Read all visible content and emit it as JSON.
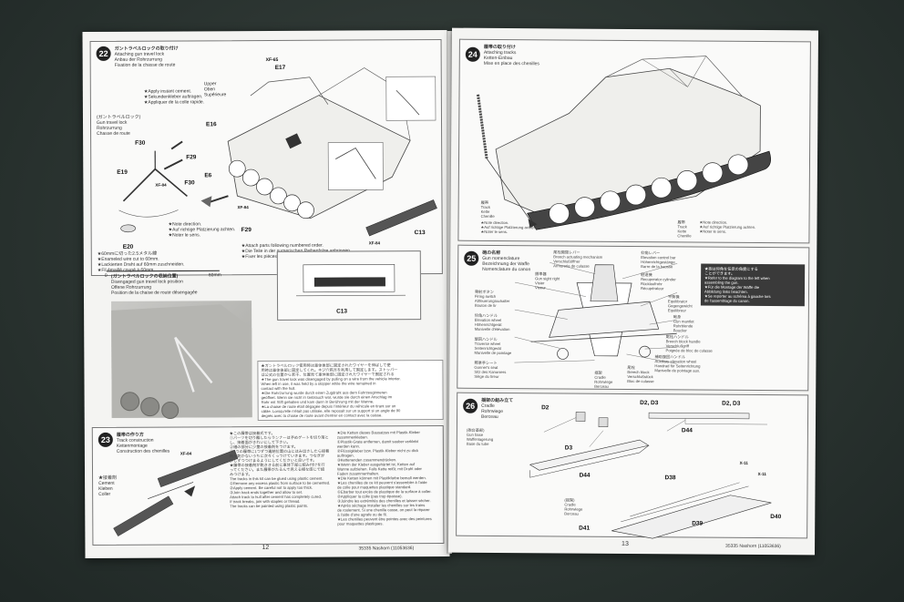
{
  "left_page": {
    "page_number": "12",
    "footer_code": "35335  Nashorn (11053636)",
    "step22": {
      "number": "22",
      "title_jp": "ガントラベルロックの取り付け",
      "title_en": "Attaching gun travel lock",
      "title_de": "Anbau der Rohrzurrung",
      "title_fr": "Fixation de la chasse de route",
      "sub_jp": "(ガントラベルロック)",
      "sub_en": "Gun travel lock",
      "sub_de": "Rohrzurrung",
      "sub_fr": "Chasse de route",
      "note1": "★Apply instant cement.",
      "note2": "★Sekundenkleber auftragen.",
      "note3": "★Appliquer de la colle rapide.",
      "upper_en": "Upper",
      "upper_de": "Oben",
      "upper_fr": "Supérieure",
      "note_dir1": "★Note direction.",
      "note_dir2": "★Auf richtige Platzierung achten.",
      "note_dir3": "★Noter le sens.",
      "wire1": "★60mmに切った2.5メタル線",
      "wire2": "★Enameled wire cut to 60mm.",
      "wire3": "★Lackierten Draht auf 60mm zuschneiden.",
      "wire4": "★Fil émaillé coupé à 60mm.",
      "scale_zero": "0",
      "scale_end": "60mm",
      "links1": "★Attach parts following numbered order.",
      "links2": "★Die Teile in der numerischen Reihenfolge anbringen.",
      "links3": "★Fixer les pièces suivi l'ordre des",
      "parts": [
        "XF-65",
        "E17",
        "F30",
        "F29",
        "E19",
        "F30",
        "XF-84",
        "E6",
        "E16",
        "E20",
        "F29",
        "XF-84",
        "C13",
        "C13",
        "XF-84"
      ]
    },
    "inset": {
      "title_jp": "(ガントラベルロックの収納位置)",
      "title_en": "Disengaged gun travel lock position",
      "title_de": "Offene Rohrzurrung",
      "title_fr": "Position de la chaise de route désengagée",
      "note_lines": [
        "★ガントラベルロック使用時は車体後部に固定されたワイヤーを伸ばして使",
        "用時は車体後部に固定してくれ。ネジ穴両方を利用して固定します。ストッパー",
        "は公式の位置から若干、位置見て車体後部に固定されたワイヤーで固定される",
        "★The gun travel lock was disengaged by pulling on a wire from the vehicle interior.",
        "When left in use, it was held by a stopper while the wire remained in",
        "contact with the hull.",
        "★Die Rohrzurrung wurde durch einen Zugdraht aus dem Fahrzeuginneren",
        "geöffnet. Wenn sie nicht in Gebrauch war, wurde sie durch einen Anschlag im",
        "Rohr mit Stift gehalten und kam dann in Berührung mit der Wanne.",
        "★La chaise de route était dégagée depuis l'intérieur du véhicule en tirant sur un",
        "câble. Lorsqu'elle n'était pas utilisée, elle reposait sur un support si un angle de 90",
        "degrés avec la chaise de route avant d'entrer en contact avec la caisse."
      ]
    },
    "step23": {
      "number": "23",
      "title_jp": "履帯の作り方",
      "title_en": "Track construction",
      "title_de": "Kettenmontage",
      "title_fr": "Construction des chenilles",
      "cement_jp": "★接着剤",
      "cement_en": "Cement",
      "cement_de": "Kleben",
      "cement_fr": "Coller",
      "part": "XF-84",
      "col1": [
        "★この履帯は接着式です。",
        "①パーツを切り離したらランナーは予めゲートを切り落と",
        "し、接着面がきれいにして下さい。",
        "②細の部分に少量の接着剤をつけます。",
        "③1つの履帯に1つずつ連結位置の山にはみ出さしたら接着",
        "剤が乾かないうちに次々くっつけていきます。つなぎが",
        "少しずつつけまるようにしてくださいと良いです。",
        "★履帯の接着剤が乾ききる前に車体下部に組み付けを行",
        "ってください。また履帯がたるんで見える様な感じで組",
        "みつけます。",
        "The tracks in this kit can be glued using plastic cement.",
        "①Remove any excess plastic from surface to be cemented.",
        "②Apply cement. Be careful not to apply too thick.",
        "③Join track ends together and allow to set.",
        "Attach track to hull after cement has completely cured.",
        "If track breaks, join with staples or thread.",
        "The tracks can be painted using plastic paints."
      ],
      "col2": [
        "★Die Ketten dieses Bausatzes mit Plastik-Kleber",
        "zusammenkleben.",
        "①Plastik-Grate entfernen, damit sauber verklebt",
        "werden kann.",
        "②Flüssigkleber bzw. Plastik-Kleber nicht zu dick",
        "auftragen.",
        "③Kettenenden zusammendrücken.",
        "★Wenn der Kleber ausgehärtet ist, Ketten auf",
        "Wanne aufziehen. Falls Kette reißt, mit Draht oder",
        "Faden zusammenhalten.",
        "★Die Ketten können mit Plastikfarbe bemalt werden.",
        "★Les chenilles de ce kit peuvent s'assembler à l'aide",
        "de colle pour maquettes plastique standard.",
        "①Ebarber tout excès de plastique de la surface à coller.",
        "②Appliquer la colle (pas trop épaisse).",
        "③Joindre les extrémités des chenilles et laisser sécher.",
        "★Après séchage installer les chenilles sur les trains",
        "de roulement. Si une chenille casse, on peut la réparer",
        "à l'aide d'une agrafe ou de fil.",
        "★Les chenilles peuvent être peintes avec des peintures",
        "pour maquettes plastiques."
      ]
    }
  },
  "right_page": {
    "page_number": "13",
    "footer_code": "35335  Nashorn (11053636)",
    "step24": {
      "number": "24",
      "title_jp": "履帯の取り付け",
      "title_en": "Attaching tracks",
      "title_de": "Ketten-Einbau",
      "title_fr": "Mise en place des chenilles",
      "track_left": [
        "履帯",
        "Track",
        "Kette",
        "Chenille"
      ],
      "note_left": [
        "★Note direction.",
        "★Auf richtige Platzierung achten.",
        "★Noter le sens."
      ],
      "track_right": [
        "履帯",
        "Track",
        "Kette",
        "Chenille"
      ],
      "note_right": [
        "★Note direction.",
        "★Auf richtige Platzierung achten.",
        "★Noter le sens."
      ]
    },
    "step25": {
      "number": "25",
      "title_jp": "砲の名称",
      "title_en": "Gun nomenclature",
      "title_de": "Bezeichnung der Waffe",
      "title_fr": "Nomenclature du canon",
      "labels_top": [
        [
          "尾栓開閉レバー",
          "Breech actuating mechanism",
          "Verschlußöffner",
          "Armurerie de culasse"
        ],
        [
          "仰角レバー",
          "Elevation control bar",
          "Höhenrichtgestänge",
          "Barre de la hausse"
        ],
        [
          "照準器",
          "Gun sight right",
          "Visier",
          "Viseur"
        ],
        [
          "駐退機",
          "Recuperator cylinder",
          "Rücklaufrohr",
          "Récupérateur"
        ]
      ],
      "labels_left": [
        [
          "発射ボタン",
          "Firing switch",
          "Abfeuerungsschalter",
          "Bouton de tir"
        ],
        [
          "仰角ハンドル",
          "Elevation wheel",
          "Höhenrichtgerät",
          "Manivelle d'élévation"
        ],
        [
          "旋回ハンドル",
          "Traverse wheel",
          "Seitenrichtgerät",
          "Manivelle de pointage"
        ],
        [
          "照準手シート",
          "Gunner's seat",
          "Sitz des Kanoniers",
          "Siège du tireur"
        ]
      ],
      "labels_right": [
        [
          "平衡機",
          "Equilibrator",
          "Gegengewicht",
          "Equilibreur"
        ],
        [
          "砲身",
          "Gun mantlet",
          "Rohrblende",
          "Bouclier"
        ],
        [
          "尾栓ハンドル",
          "Breech block handle",
          "Verschlußgriff",
          "Poignée de bloc de culasse"
        ],
        [
          "補助旋回ハンドル",
          "Auxiliary elevation wheel",
          "Handrad für Seitenrichtung",
          "Manivelle de pointage aux."
        ],
        [
          "尾栓",
          "Breech block",
          "Verschlußstück",
          "Bloc de culasse"
        ],
        [
          "揺架",
          "Cradle",
          "Rohrwiege",
          "Berceau"
        ]
      ],
      "callout": [
        "★砲は仰角を任意の角度にする",
        "ことができます。",
        "★Refer to the diagram to the left when",
        "assembling the gun.",
        "★Für die Montage der Waffe die",
        "Abbildung links beachten.",
        "★Se reporter au schéma à gauche lors",
        "de l'assemblage du canon."
      ]
    },
    "step26": {
      "number": "26",
      "title_jp": "揺架の組み立て",
      "title_en": "Cradle",
      "title_de": "Rohrwiege",
      "title_fr": "Berceau",
      "gunbase": [
        "(砲台基部)",
        "Gun base",
        "Waffenlagerung",
        "Base du tube"
      ],
      "cradle": [
        "(揺架)",
        "Cradle",
        "Rohrwiege",
        "Berceau"
      ],
      "parts": [
        "D2",
        "D3",
        "D2, D3",
        "D2, D3",
        "D44",
        "D44",
        "D38",
        "X-11",
        "X-11",
        "D39",
        "D40",
        "D41"
      ]
    }
  }
}
